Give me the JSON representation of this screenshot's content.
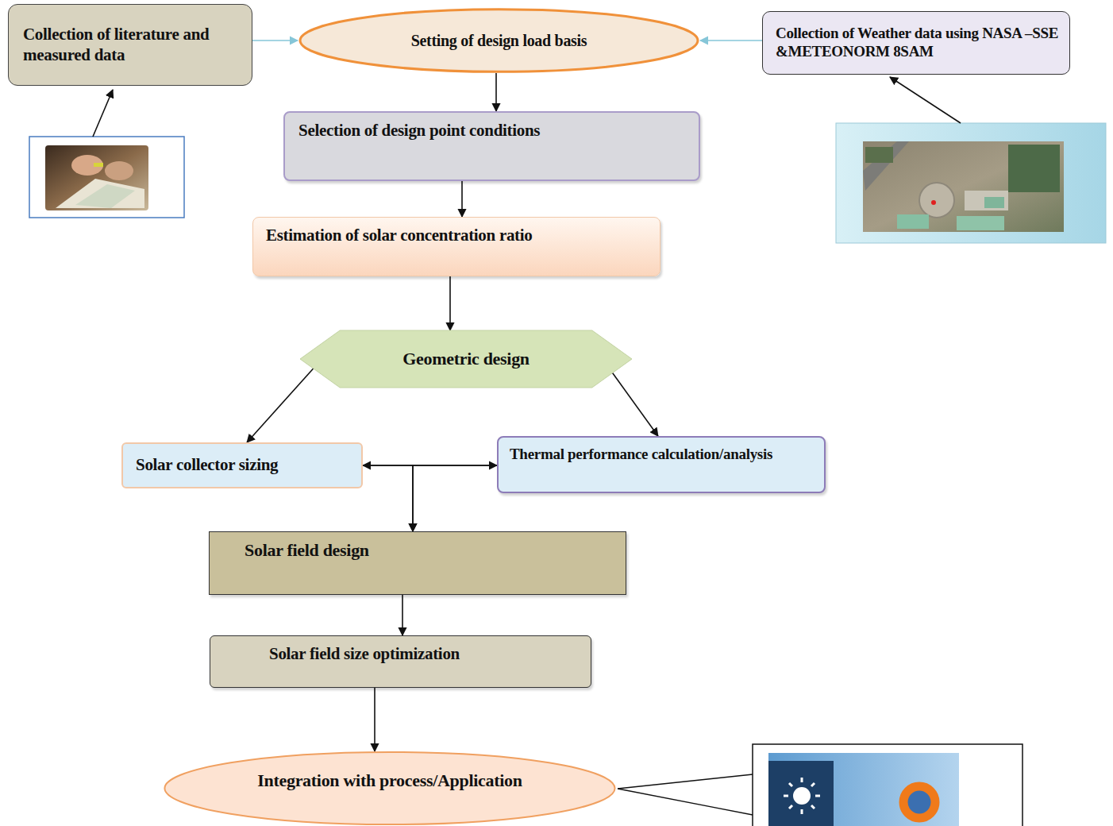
{
  "diagram": {
    "nodes": [
      {
        "text": [
          "Collection of literature and measured data"
        ]
      },
      {
        "text": [
          "Setting of design load basis"
        ]
      },
      {
        "text": [
          "Collection of Weather data using NASA –SSE &METEONORM 8SAM"
        ]
      },
      {
        "text": [
          "Selection of design point conditions"
        ]
      },
      {
        "text": [
          "Estimation of solar concentration ratio"
        ]
      },
      {
        "text": [
          "Geometric design"
        ]
      },
      {
        "text": [
          "Solar collector sizing"
        ]
      },
      {
        "text": [
          "Thermal performance calculation/analysis"
        ]
      },
      {
        "text": [
          "Solar field design"
        ]
      },
      {
        "text": [
          "Solar field size optimization"
        ]
      },
      {
        "text": [
          "Integration with process/Application"
        ]
      }
    ],
    "edges": [
      {
        "from": 0,
        "to": 1,
        "arrow": "to"
      },
      {
        "from": 2,
        "to": 1,
        "arrow": "to"
      },
      {
        "from": 1,
        "to": 3,
        "arrow": "to"
      },
      {
        "from": 3,
        "to": 4,
        "arrow": "to"
      },
      {
        "from": 4,
        "to": 5,
        "arrow": "to"
      },
      {
        "from": 5,
        "to": 6,
        "arrow": "to"
      },
      {
        "from": 5,
        "to": 7,
        "arrow": "to"
      },
      {
        "from": 6,
        "to": 7,
        "arrow": "both"
      },
      {
        "from": 6,
        "to": 8,
        "arrow": "to"
      },
      {
        "from": 7,
        "to": 8,
        "arrow": "to"
      },
      {
        "from": 8,
        "to": 9,
        "arrow": "to"
      },
      {
        "from": 9,
        "to": 10,
        "arrow": "to"
      }
    ]
  }
}
